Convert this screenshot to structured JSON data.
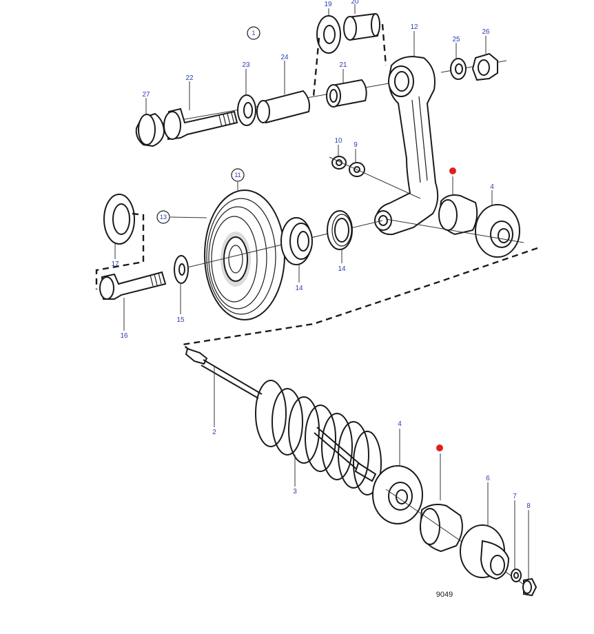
{
  "labels": {
    "l19": "19",
    "l20": "20",
    "l12": "12",
    "l25": "25",
    "l26": "26",
    "l23": "23",
    "l24": "24",
    "l22": "22",
    "l21": "21",
    "l27": "27",
    "l10": "10",
    "l9": "9",
    "l4a": "4",
    "l17": "17",
    "l14a": "14",
    "l14b": "14",
    "l15": "15",
    "l16": "16",
    "l2": "2",
    "l4b": "4",
    "l3": "3",
    "l6": "6",
    "l7": "7",
    "l8": "8"
  },
  "circled": {
    "c1": "1",
    "c11": "11",
    "c13": "13"
  },
  "drawing_number": "9049",
  "colors": {
    "line": "#1a1a1a",
    "label": "#2b3bb0",
    "marker": "#e02020"
  }
}
